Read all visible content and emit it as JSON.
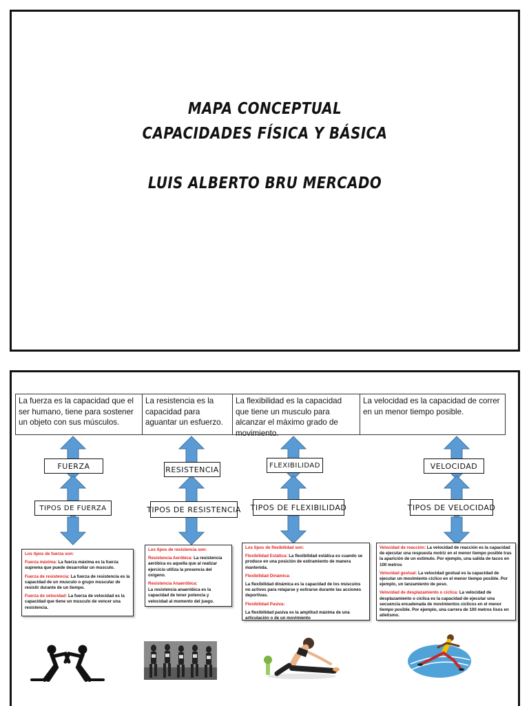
{
  "cover": {
    "title_1": "MAPA CONCEPTUAL",
    "title_2": "CAPACIDADES   FÍSICA Y BÁSICA",
    "author": "LUIS ALBERTO BRU MERCADO"
  },
  "definitions": [
    "La fuerza es la capacidad que el ser humano, tiene para sostener un objeto con sus músculos.",
    "La resistencia es la capacidad para aguantar un esfuerzo.",
    "La flexibilidad es la capacidad que tiene un musculo para alcanzar el máximo grado de movimiento.",
    "La velocidad es la capacidad de correr en un menor tiempo posible."
  ],
  "labels": {
    "fuerza": "FUERZA",
    "resistencia": "RESISTENCIA",
    "flexibilidad": "FLEXIBILIDAD",
    "velocidad": "VELOCIDAD",
    "tipos_fuerza": "TIPOS DE FUERZA",
    "tipos_resistencia": "TIPOS DE RESISTENCIA",
    "tipos_flexibilidad": "TIPOS DE FLEXIBILIDAD",
    "tipos_velocidad": "TIPOS DE VELOCIDAD"
  },
  "fuerza_detail": {
    "heading": "Los tipos de fuerza son:",
    "items": [
      {
        "term": "Fuerza máxima:",
        "text": " La fuerza máxima es la fuerza suprema que puede desarrollar un musculo."
      },
      {
        "term": "Fuerza de resistencia:",
        "text": " La fuerza de resistencia es la capacidad de un musculo o grupo muscular de resistir durante de un tiempo."
      },
      {
        "term": "Fuerza de velocidad:",
        "text": " La fuerza de velocidad es la capacidad que tiene un musculo de vencer una resistencia."
      }
    ]
  },
  "resistencia_detail": {
    "heading": "Los tipos de resistencia son:",
    "items": [
      {
        "term": "Resistencia Aeróbica:",
        "text": " La resistencia aeróbica es aquella que al realizar ejercicio utiliza la presencia del oxigeno."
      },
      {
        "term": "Resistencia Anaeróbica:",
        "text": ""
      },
      {
        "term": "",
        "text": " La resistencia anaeróbica es la capacidad de tener potencia y velocidad al momento del juego."
      }
    ]
  },
  "flexibilidad_detail": {
    "heading": "Los tipos de flexibilidad son:",
    "items": [
      {
        "term": "Flexibilidad Estática:",
        "text": " La flexibilidad estática es cuando se produce en una posición de estiramiento de manera mantenida."
      },
      {
        "term": "Flexibilidad Dinámica:",
        "text": ""
      },
      {
        "term": "",
        "text": "La flexibilidad dinámica es la capacidad de los músculos no activos para relajarse y estirarse durante las acciones deportivas."
      },
      {
        "term": "Flexibilidad Pasiva:",
        "text": ""
      },
      {
        "term": "",
        "text": "La flexibilidad pasiva es la amplitud máxima de una articulación o de un movimiento"
      }
    ]
  },
  "velocidad_detail": {
    "items": [
      {
        "term": "Velocidad de reacción:",
        "text": " La velocidad de reacción es la capacidad de ejecutar una respuesta motriz en el menor tiempo posible tras la aparición de un estimulo. Por ejemplo, una salida de tacos en 100 metros"
      },
      {
        "term": "Velocidad gestual:",
        "text": " La velocidad gestual es la capacidad de ejecutar un movimiento cíclico en el menor tiempo posible. Por ejemplo, un lanzamiento de peso."
      },
      {
        "term": "Velocidad de desplazamiento o cíclica:",
        "text": " La velocidad de desplazamiento o cíclica es la capacidad de ejecutar una secuencia encadenada de movimientos cíclicos en el menor tiempo posible. Por ejemplo, una carrera de 100 metros lisos en atletismo."
      }
    ]
  },
  "colors": {
    "arrow": "#5b9bd5",
    "arrow_border": "#41719c",
    "red_term": "#e0201b"
  },
  "icons": [
    "wrestlers-icon",
    "runners-photo",
    "stretching-photo",
    "sprinter-icon"
  ]
}
